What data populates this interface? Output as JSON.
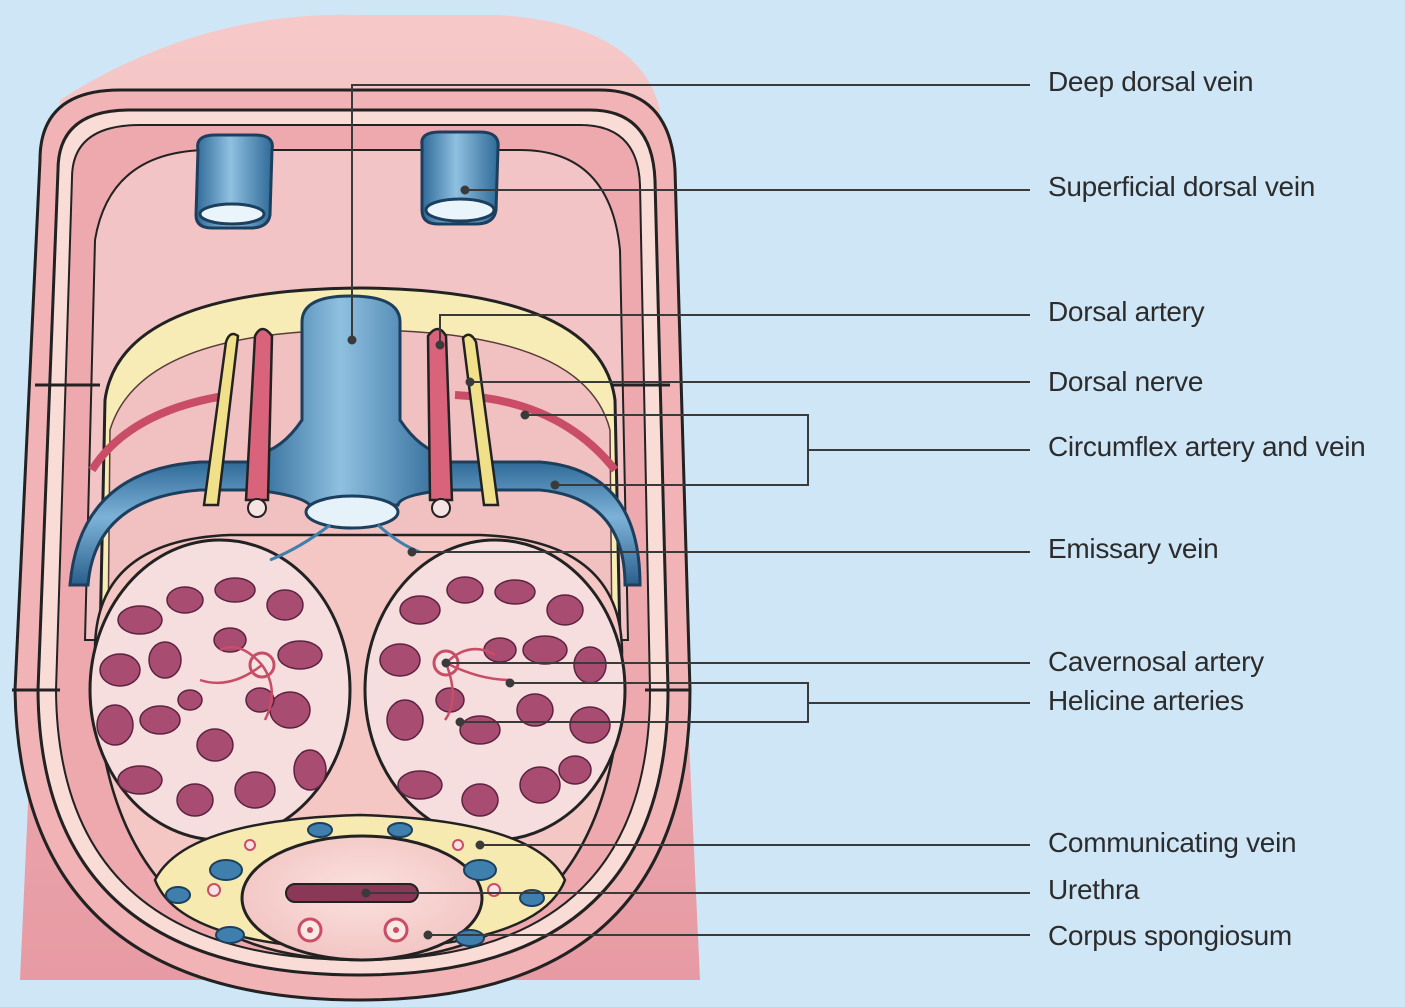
{
  "labels": {
    "deep_dorsal_vein": "Deep dorsal vein",
    "superficial_dorsal_vein": "Superficial dorsal vein",
    "dorsal_artery": "Dorsal artery",
    "dorsal_nerve": "Dorsal nerve",
    "circumflex_artery_and_vein": "Circumflex artery and vein",
    "emissary_vein": "Emissary vein",
    "cavernosal_artery": "Cavernosal artery",
    "helicine_arteries": "Helicine arteries",
    "communicating_vein": "Communicating vein",
    "urethra": "Urethra",
    "corpus_spongiosum": "Corpus spongiosum"
  },
  "colors": {
    "background": "#cfe6f7",
    "skin": "#f2b3b6",
    "tunica": "#f7d3cf",
    "fat_layer": "#f6eab0",
    "vein_blue": "#3f7fae",
    "artery_red": "#d8637a",
    "nerve_yellow": "#efe089",
    "sinusoid": "#a94c72",
    "leader_line": "#3a3a3a"
  }
}
